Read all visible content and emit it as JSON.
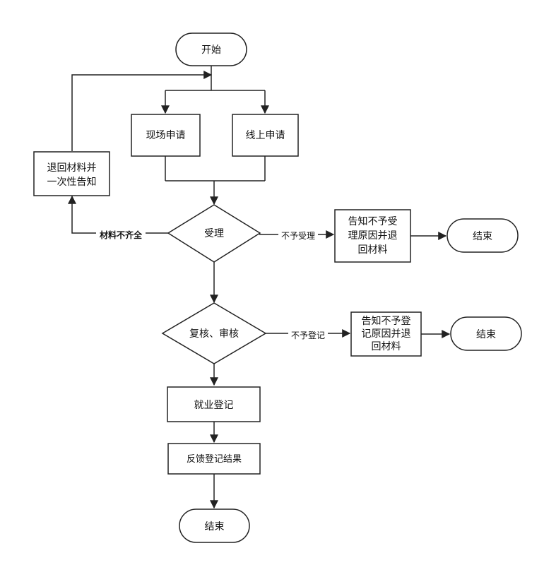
{
  "nodes": {
    "start": "开始",
    "onsite_apply": "现场申请",
    "online_apply": "线上申请",
    "return_materials": [
      "退回材料并",
      "一次性告知"
    ],
    "accept": "受理",
    "reject_accept_notice": [
      "告知不予受",
      "理原因并退",
      "回材料"
    ],
    "end_1": "结束",
    "review": "复核、审核",
    "reject_register_notice": [
      "告知不予登",
      "记原因并退",
      "回材料"
    ],
    "end_2": "结束",
    "register": "就业登记",
    "feedback": "反馈登记结果",
    "end_3": "结束"
  },
  "edges": {
    "incomplete_materials": "材料不齐全",
    "not_accepted": "不予受理",
    "not_registered": "不予登记"
  }
}
